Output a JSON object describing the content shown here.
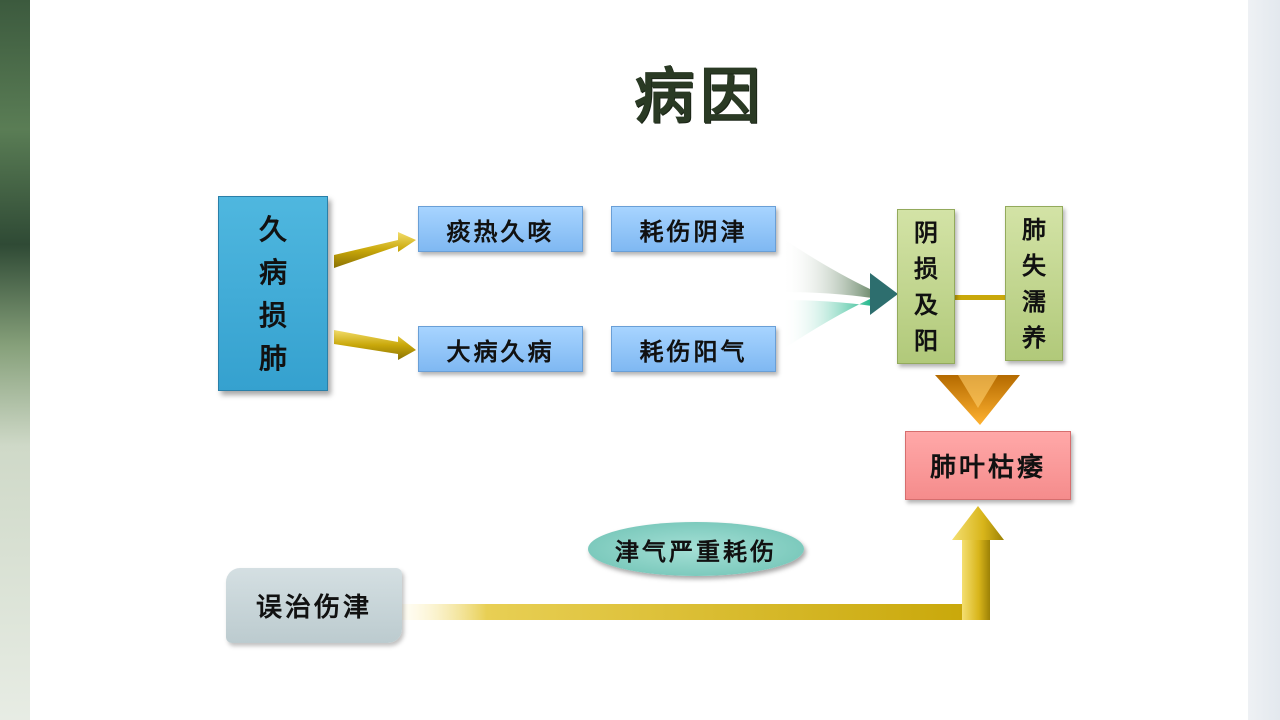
{
  "title": "病因",
  "nodes": {
    "jiu_bing_sun_fei": [
      "久",
      "病",
      "损",
      "肺"
    ],
    "tan_re_jiu_ke": "痰热久咳",
    "da_bing_jiu_bing": "大病久病",
    "hao_shang_yin_jin": "耗伤阴津",
    "hao_shang_yang_qi": "耗伤阳气",
    "yin_sun_ji_yang": [
      "阴",
      "损",
      "及",
      "阳"
    ],
    "fei_shi_ru_yang": [
      "肺",
      "失",
      "濡",
      "养"
    ],
    "fei_ye_ku_wei": "肺叶枯痿",
    "wu_zhi_shang_jin": "误治伤津",
    "jin_qi_yan_zhong_hao_shang": "津气严重耗伤"
  },
  "colors": {
    "title": "#2a3a24",
    "blue_vertical": "#3fa9d6",
    "blue_horizontal": "#93c6fa",
    "green_vertical": "#c2d68e",
    "pink": "#f89a9a",
    "gray": "#c8d5d8",
    "ellipse": "#8fd4c9",
    "arrow_gold": "#c9a80a"
  }
}
